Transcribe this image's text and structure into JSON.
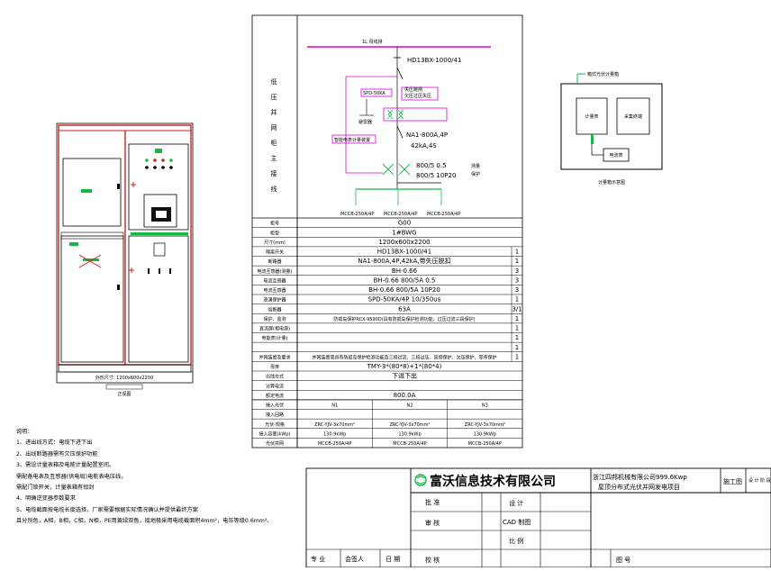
{
  "cabinet_front": {
    "label1": "外形尺寸: 1200x600x2200",
    "label2": "正视图"
  },
  "schematic": {
    "busbar_label": "1L 母线排",
    "side_title_chars": [
      "低",
      "压",
      "并",
      "网",
      "柜",
      "主",
      "接",
      "线"
    ],
    "main_switch": "HD13BX-1000/41",
    "breaker_model": "NA1-800A,4P",
    "breaker_rating": "42kA,4S",
    "ct_line1": "800/5  0.5",
    "ct_line2": "800/5  10P20",
    "ct_side": "测量",
    "ct_side2": "保护",
    "spd_label": "SPD-50KA",
    "surge_label": "避雷器",
    "protect_label1": "失压跳闸",
    "protect_label2": "欠压过压失压",
    "meter_label": "智能电表计量装置",
    "outgoing": [
      "MCCB-250A/4P",
      "MCCB-250A/4P",
      "MCCB-250A/4P"
    ]
  },
  "spec_table": {
    "rows": [
      {
        "k": "柜号",
        "v": "G00",
        "n": ""
      },
      {
        "k": "柜型",
        "v": "1#BWG",
        "n": ""
      },
      {
        "k": "尺寸(mm)",
        "v": "1200x600x2200",
        "n": ""
      },
      {
        "k": "隔离开关",
        "v": "HD13BX-1000/41",
        "n": "1"
      },
      {
        "k": "断路器",
        "v": "NA1-800A,4P,42kA,带失压脱扣",
        "n": "1"
      },
      {
        "k": "电流互感器(测量)",
        "v": "BH-0.66",
        "n": "3"
      },
      {
        "k": "电流互感器",
        "v": "BH-0.66  800/5A  0.5",
        "n": "3"
      },
      {
        "k": "电流互感器",
        "v": "BH-0.66  800/5A  10P20",
        "n": "3"
      },
      {
        "k": "浪涌保护器",
        "v": "SPD-50KA/4P        10/350us",
        "n": "1"
      },
      {
        "k": "熔断器",
        "v": "63A",
        "n": "3/1"
      },
      {
        "k": "保护、监测",
        "v": "防孤岛保护RCX-9590D(具有防孤岛保护检测功能，过压过流三段保护)",
        "n": "1"
      },
      {
        "k": "直流屏(相电源)",
        "v": "",
        "n": "1"
      },
      {
        "k": "电能表(计量)",
        "v": "",
        "n": "1"
      },
      {
        "k": "",
        "v": "",
        "n": "1"
      },
      {
        "k": "并网装置及要求",
        "v": "并网装置需具有防孤岛保护检测功能及三段过流、三段过压、高频保护、欠压保护、零序保护",
        "n": "1"
      },
      {
        "k": "母排",
        "v": "TMY-3*(80*8)+1*(80*4)",
        "n": ""
      },
      {
        "k": "出线方式",
        "v": "下进下出",
        "n": ""
      },
      {
        "k": "计算电流",
        "v": "",
        "n": ""
      },
      {
        "k": "额定电流",
        "v": "800.0A",
        "n": ""
      }
    ],
    "branch_rows": [
      {
        "k": "接入光伏",
        "v": [
          "N1",
          "N2",
          "N3"
        ]
      },
      {
        "k": "接入回路",
        "v": [
          "",
          "",
          ""
        ]
      },
      {
        "k": "光伏-规格",
        "v": [
          "ZRC-YJV-3x70mm²",
          "ZRC-YJV-3x70mm²",
          "ZRC-YJV-3x70mm²"
        ]
      },
      {
        "k": "接入容量(kWp)",
        "v": [
          "130.9kWp",
          "130.9kWp",
          "130.9kWp"
        ]
      },
      {
        "k": "光伏并网",
        "v": [
          "MCCB-250A/4P",
          "MCCB-250A/4P",
          "MCCB-250A/4P"
        ]
      }
    ]
  },
  "meter_box": {
    "top_label": "箱式光伏计量箱",
    "box1": "计量表",
    "box2": "采集终端",
    "box3": "电流表",
    "caption": "计量箱示意图"
  },
  "notes": {
    "title": "说明：",
    "items": [
      "1、进出线方式：电缆下进下出",
      "2、出线断路器需有欠压保护功能",
      "3、需设计量表箱及电能计量配置室间。",
      "   需配备电表及互感器(供电局)电能表电压线，",
      "   需配门锁开关，计量表箱有铅封",
      "4、明确逆变器参数要求",
      "5、电缆截面按电缆长度选择，厂家需要根据实际情况确认并提供最终方案",
      "   且分别色，A相，B相，C相，N相，PE用黄绿双色，接地极采用电缆截面积4mm²，电压等级0.6mm²。"
    ]
  },
  "title_block": {
    "company": "富沃信息技术有限公司",
    "project_line1": "浙江四邦机械有限公司999.6Kwp",
    "project_line2": "屋顶分布式光伏并网发电项目",
    "stage": "施工图",
    "design_stage": "设 计 阶 段",
    "roles_left": [
      "批 准",
      "审 核",
      "校 核"
    ],
    "roles_mid": [
      "设 计",
      "CAD 制图",
      "比 例"
    ],
    "drawing_no": "图 号",
    "bottom_labels": [
      "专 业",
      "会签人",
      "日 期"
    ]
  }
}
